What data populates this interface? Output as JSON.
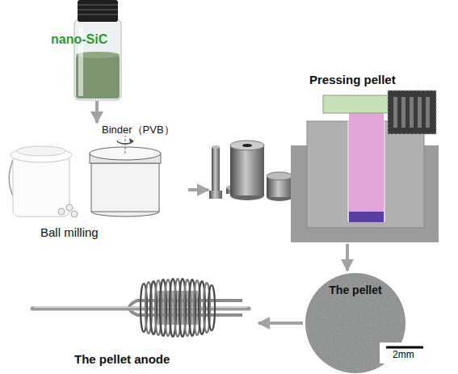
{
  "diagram": {
    "nodes": [
      {
        "text": [
          "nano-SiC"
        ]
      },
      {
        "text": [
          "Binder（PVB）",
          "Ball milling"
        ]
      },
      {
        "text": [
          "Pressing pellet"
        ]
      },
      {
        "text": [
          "The pellet"
        ]
      },
      {
        "text": [
          "The pellet anode"
        ]
      }
    ],
    "edges": [
      {
        "from": 0,
        "to": 1,
        "arrow": "to"
      },
      {
        "from": 1,
        "to": 2,
        "arrow": "to"
      },
      {
        "from": 2,
        "to": 3,
        "arrow": "to"
      },
      {
        "from": 3,
        "to": 4,
        "arrow": "to"
      }
    ],
    "labels": [
      "2mm"
    ]
  }
}
